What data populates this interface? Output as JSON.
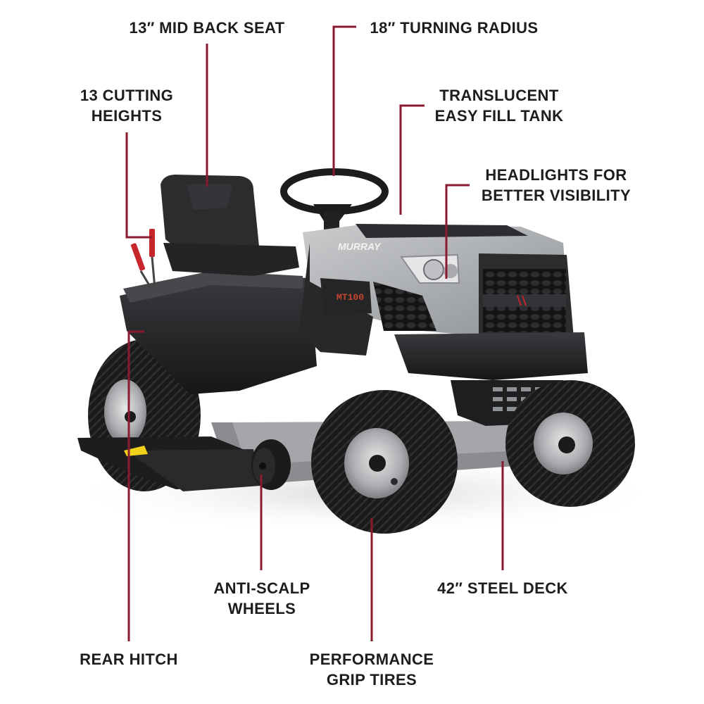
{
  "product": {
    "brand": "MURRAY",
    "model": "MT100",
    "accent_color": "#8b1a2e",
    "text_color": "#1d1d1f"
  },
  "callouts": [
    {
      "id": "seat",
      "lines": [
        "13″ MID BACK SEAT"
      ]
    },
    {
      "id": "turning",
      "lines": [
        "18″ TURNING RADIUS"
      ]
    },
    {
      "id": "cutting",
      "lines": [
        "13 CUTTING",
        "HEIGHTS"
      ]
    },
    {
      "id": "tank",
      "lines": [
        "TRANSLUCENT",
        "EASY FILL TANK"
      ]
    },
    {
      "id": "headlights",
      "lines": [
        "HEADLIGHTS FOR",
        "BETTER VISIBILITY"
      ]
    },
    {
      "id": "antiscalp",
      "lines": [
        "ANTI-SCALP",
        "WHEELS"
      ]
    },
    {
      "id": "deck",
      "lines": [
        "42″ STEEL DECK"
      ]
    },
    {
      "id": "hitch",
      "lines": [
        "REAR HITCH"
      ]
    },
    {
      "id": "tires",
      "lines": [
        "PERFORMANCE",
        "GRIP TIRES"
      ]
    }
  ]
}
